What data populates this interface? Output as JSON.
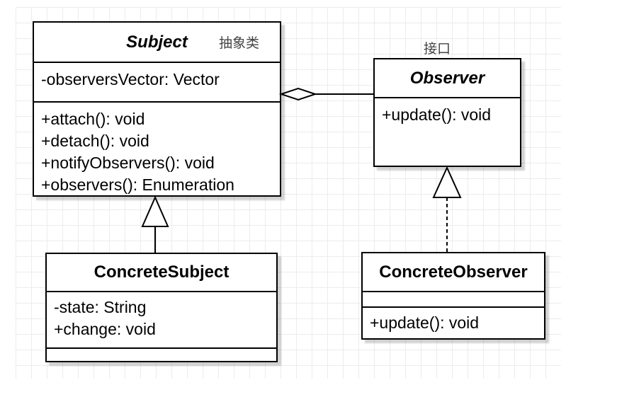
{
  "classes": {
    "subject": {
      "name": "Subject",
      "attributes": [
        "-observersVector: Vector"
      ],
      "operations": [
        "+attach(): void",
        "+detach(): void",
        "+notifyObservers(): void",
        "+observers(): Enumeration"
      ]
    },
    "observer": {
      "name": "Observer",
      "operations": [
        "+update(): void"
      ]
    },
    "concrete_subject": {
      "name": "ConcreteSubject",
      "attributes": [
        "-state: String",
        "+change: void"
      ]
    },
    "concrete_observer": {
      "name": "ConcreteObserver",
      "operations": [
        "+update(): void"
      ]
    }
  },
  "notes": {
    "abstract_class": "抽象类",
    "interface": "接口"
  }
}
